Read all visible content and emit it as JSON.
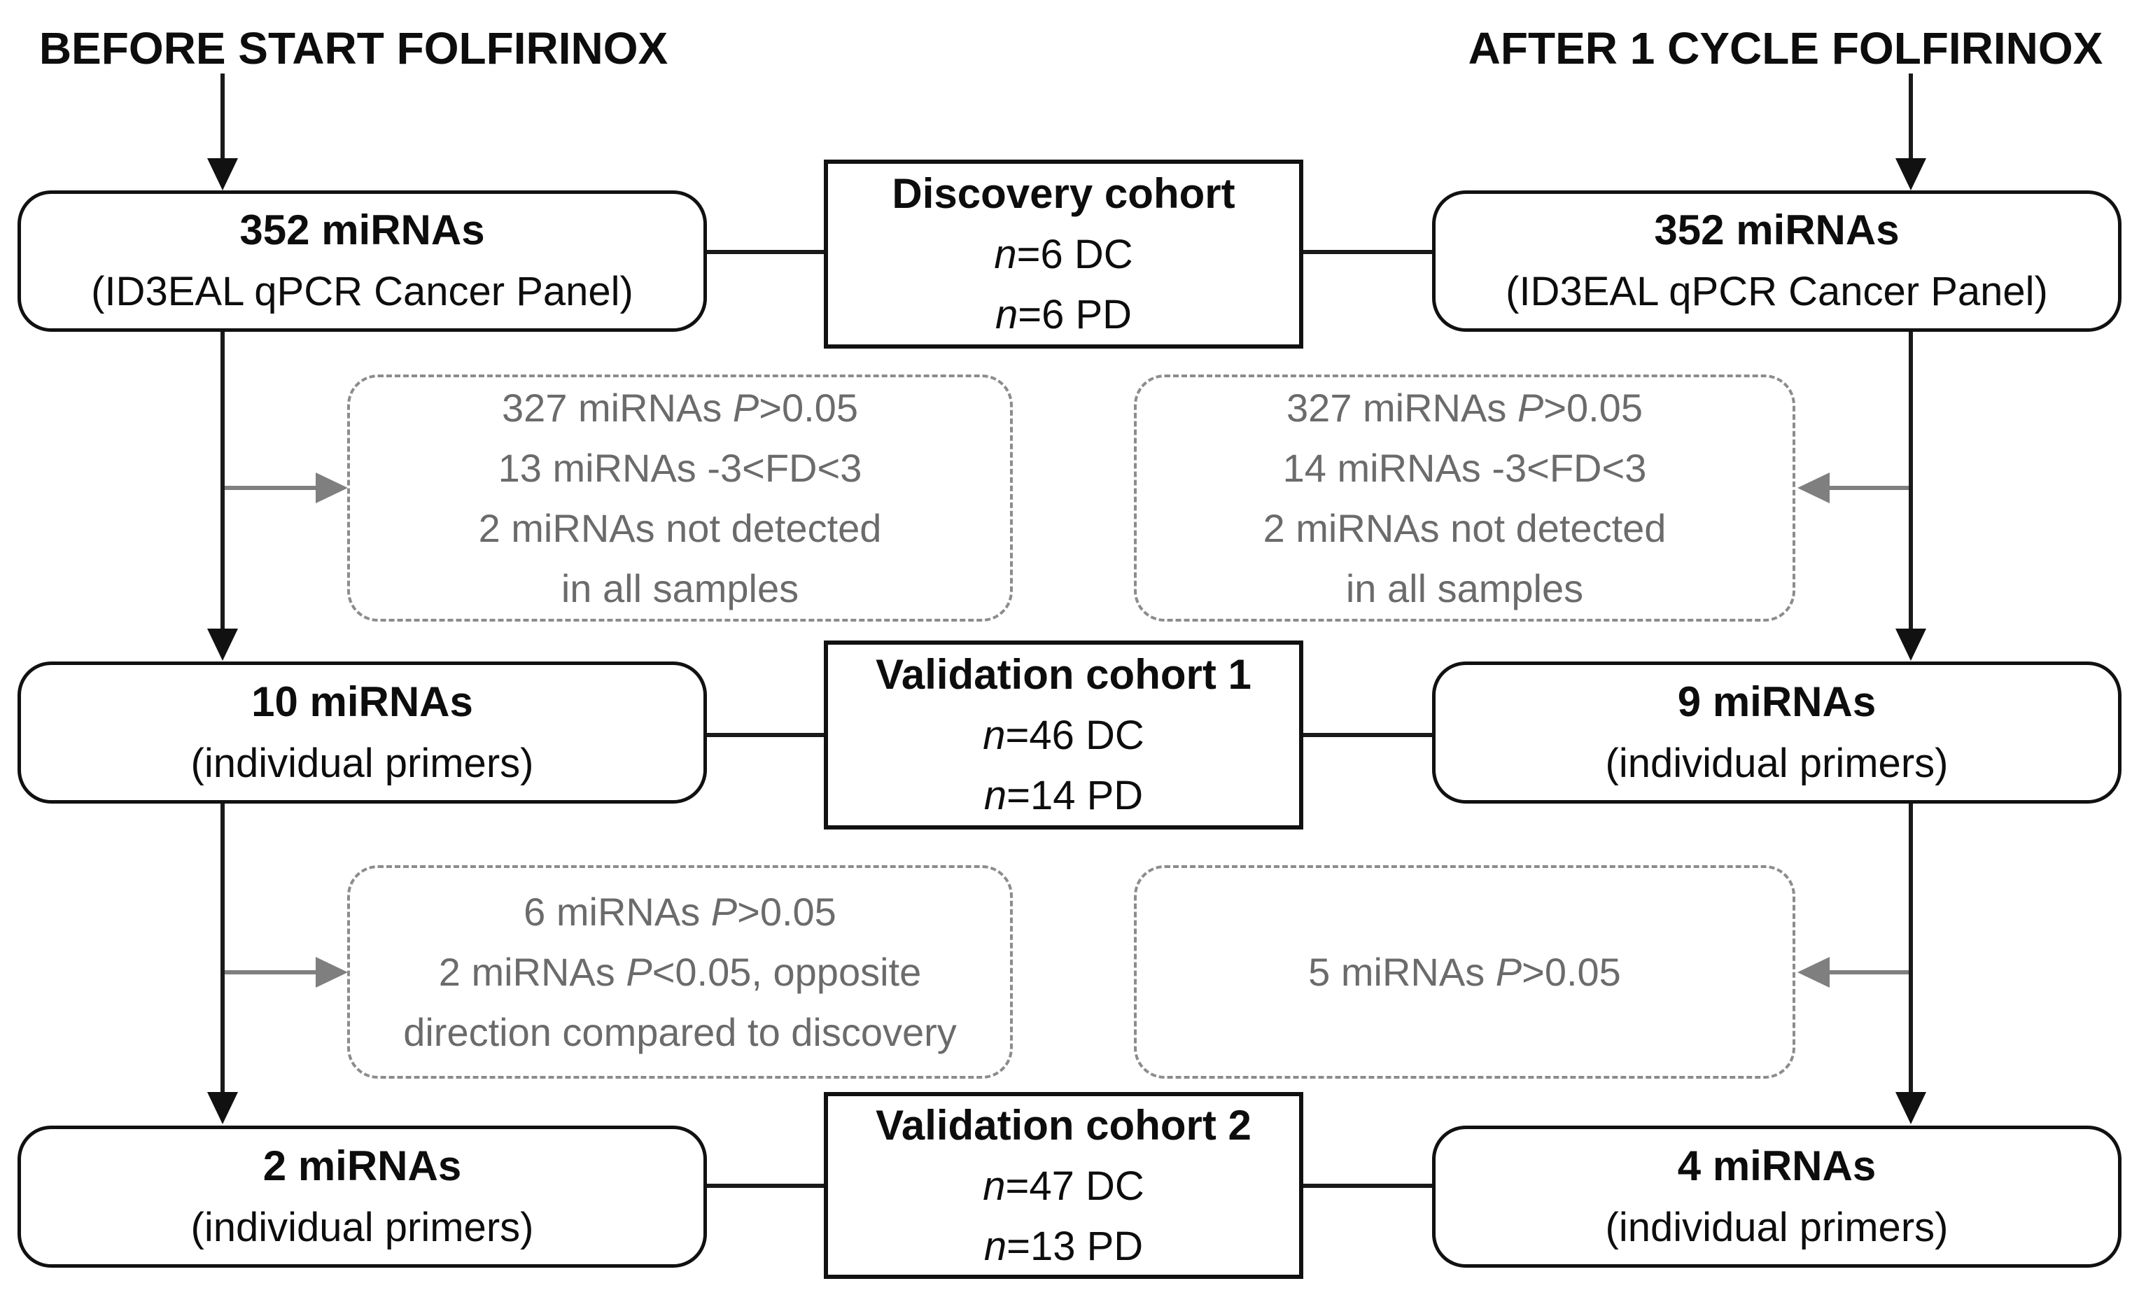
{
  "headers": {
    "before": "BEFORE START FOLFIRINOX",
    "after": "AFTER 1 CYCLE FOLFIRINOX"
  },
  "colors": {
    "ink": "#111111",
    "text": "#0d0d0d",
    "gray_text": "#6b6b6b",
    "gray_dash": "#8c8c8c",
    "gray_arrow": "#7f7f7f",
    "background": "#ffffff"
  },
  "before_column": {
    "boxes": [
      {
        "title": "352 miRNAs",
        "subtitle": "(ID3EAL qPCR Cancer Panel)"
      },
      {
        "title": "10 miRNAs",
        "subtitle": "(individual primers)"
      },
      {
        "title": "2 miRNAs",
        "subtitle": "(individual primers)"
      }
    ]
  },
  "after_column": {
    "boxes": [
      {
        "title": "352 miRNAs",
        "subtitle": "(ID3EAL qPCR Cancer Panel)"
      },
      {
        "title": "9 miRNAs",
        "subtitle": "(individual primers)"
      },
      {
        "title": "4 miRNAs",
        "subtitle": "(individual primers)"
      }
    ]
  },
  "cohorts": [
    {
      "title": "Discovery cohort",
      "rows": [
        {
          "it": "n",
          "rest": "=6 DC"
        },
        {
          "it": "n",
          "rest": "=6 PD"
        }
      ]
    },
    {
      "title": "Validation cohort 1",
      "rows": [
        {
          "it": "n",
          "rest": "=46 DC"
        },
        {
          "it": "n",
          "rest": "=14 PD"
        }
      ]
    },
    {
      "title": "Validation cohort 2",
      "rows": [
        {
          "it": "n",
          "rest": "=47 DC"
        },
        {
          "it": "n",
          "rest": "=13 PD"
        }
      ]
    }
  ],
  "exclusions": [
    {
      "lines": [
        {
          "pre": "327 miRNAs ",
          "it": "P",
          "post": ">0.05"
        },
        {
          "pre": "13 miRNAs -3<FD<3",
          "it": "",
          "post": ""
        },
        {
          "pre": "2 miRNAs not detected",
          "it": "",
          "post": ""
        },
        {
          "pre": "in all samples",
          "it": "",
          "post": ""
        }
      ]
    },
    {
      "lines": [
        {
          "pre": "327 miRNAs ",
          "it": "P",
          "post": ">0.05"
        },
        {
          "pre": "14 miRNAs -3<FD<3",
          "it": "",
          "post": ""
        },
        {
          "pre": "2 miRNAs not detected",
          "it": "",
          "post": ""
        },
        {
          "pre": "in all samples",
          "it": "",
          "post": ""
        }
      ]
    },
    {
      "lines": [
        {
          "pre": "6 miRNAs ",
          "it": "P",
          "post": ">0.05"
        },
        {
          "pre": "2 miRNAs ",
          "it": "P",
          "post": "<0.05, opposite"
        },
        {
          "pre": "direction compared to discovery",
          "it": "",
          "post": ""
        }
      ]
    },
    {
      "lines": [
        {
          "pre": "5 miRNAs ",
          "it": "P",
          "post": ">0.05"
        }
      ]
    }
  ]
}
